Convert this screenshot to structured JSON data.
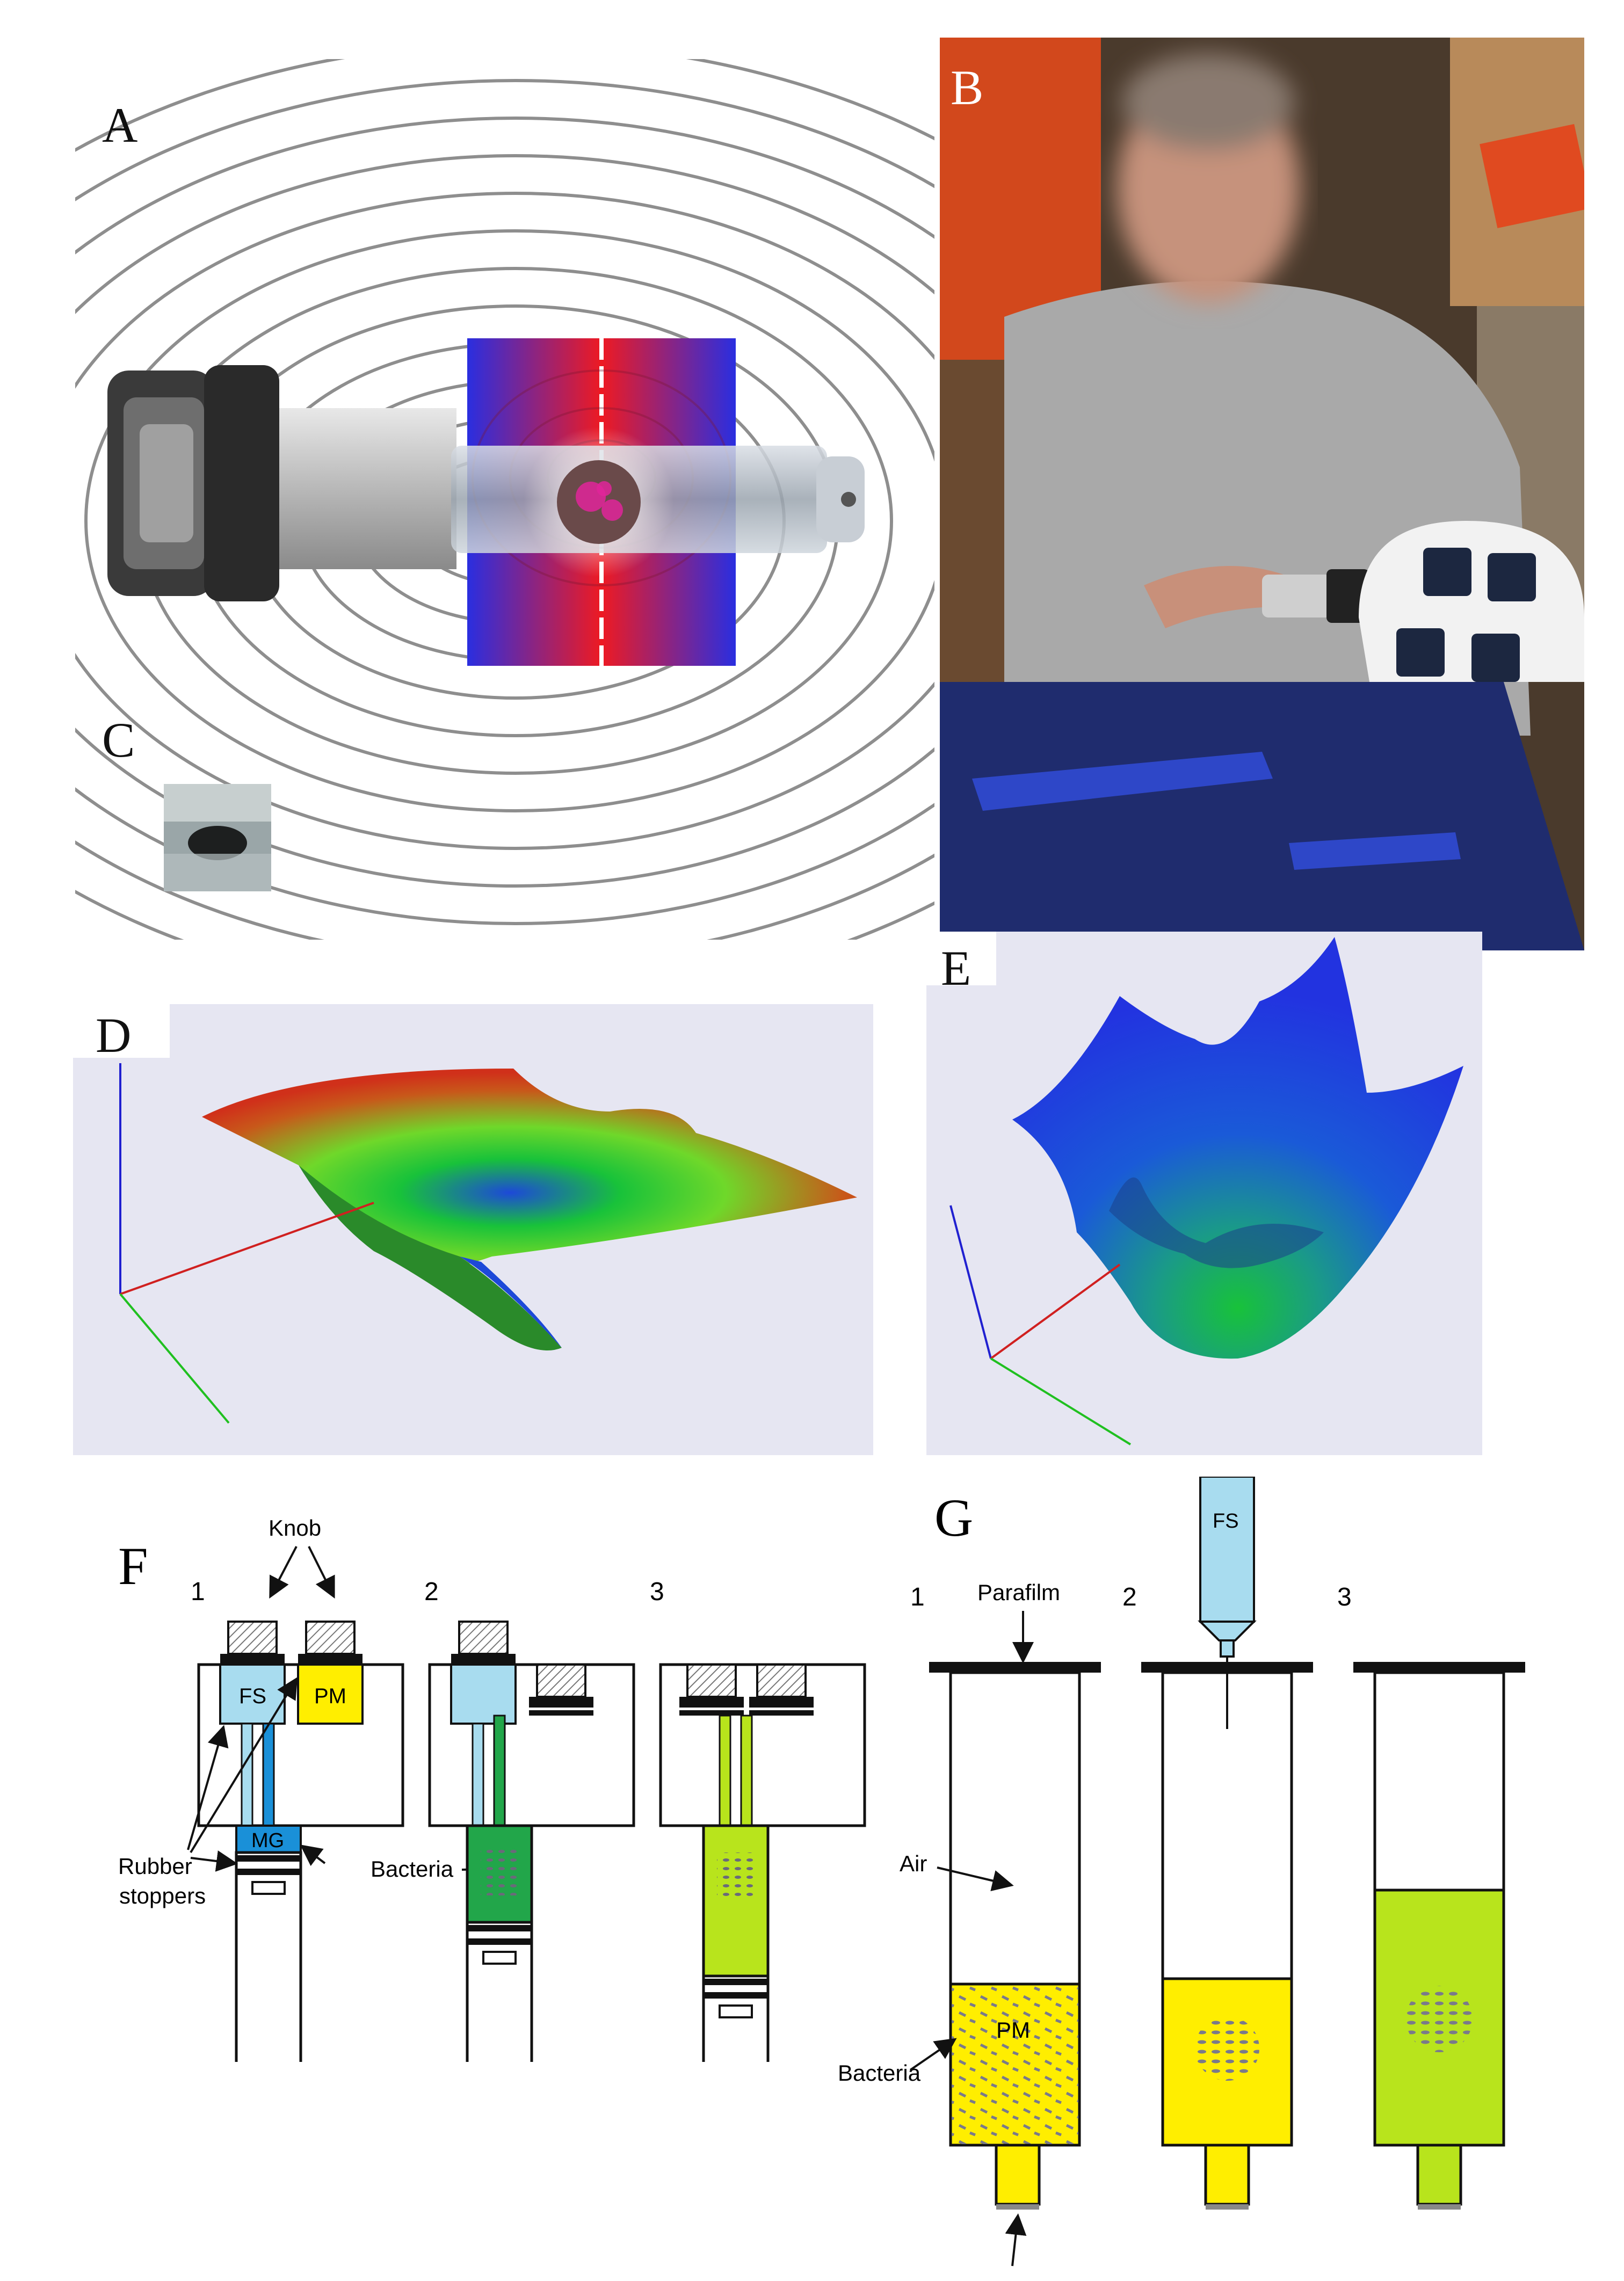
{
  "panel_labels": {
    "A": "A",
    "B": "B",
    "C": "C",
    "D": "D",
    "E": "E",
    "F": "F",
    "G": "G"
  },
  "colors": {
    "field_left": "#e81c2a",
    "field_right": "#1e2ee0",
    "fs": "#a8dcef",
    "pm": "#ffee00",
    "mg": "#1a90d8",
    "mix_green": "#22a64a",
    "mix_lime": "#b8e41c",
    "plot_bg": "#e6e6f2"
  },
  "panel_F": {
    "knob_label": "Knob",
    "rubber_label_line1": "Rubber",
    "rubber_label_line2": "stoppers",
    "bacteria_label": "Bacteria",
    "step_1": "1",
    "step_2": "2",
    "step_3": "3",
    "fs": "FS",
    "pm": "PM",
    "mg": "MG"
  },
  "panel_G": {
    "parafilm_label": "Parafilm",
    "air_label": "Air",
    "bacteria_label": "Bacteria",
    "step_1": "1",
    "step_2": "2",
    "step_3": "3",
    "fs": "FS",
    "pm": "PM"
  },
  "photo_B": {
    "subject": "astronaut-holding-device",
    "face": "blurred"
  }
}
